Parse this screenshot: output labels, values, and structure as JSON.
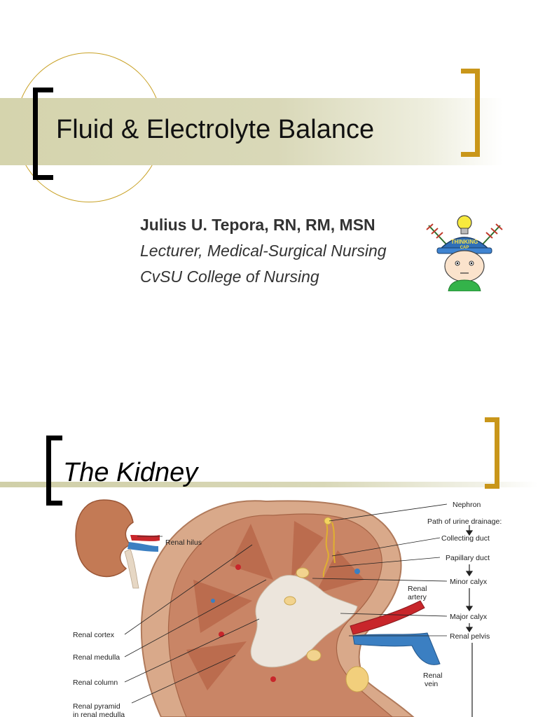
{
  "slide1": {
    "title": "Fluid & Electrolyte Balance",
    "author": "Julius U. Tepora, RN, RM, MSN",
    "role": "Lecturer, Medical-Surgical Nursing",
    "institution": "CvSU College of Nursing",
    "mascot": {
      "icon": "thinking-cap-kid-icon",
      "cap_text": "THINKING CAP"
    }
  },
  "slide2": {
    "title": "The Kidney",
    "figure": {
      "left_labels": {
        "hilus": "Renal hilus",
        "cortex": "Renal cortex",
        "medulla": "Renal medulla",
        "column": "Renal column",
        "pyramid_1": "Renal pyramid",
        "pyramid_2": "in renal medulla"
      },
      "vessels": {
        "artery_1": "Renal",
        "artery_2": "artery",
        "vein_1": "Renal",
        "vein_2": "vein"
      },
      "right_labels": {
        "nephron": "Nephron",
        "path_heading": "Path of urine drainage:",
        "collecting_duct": "Collecting duct",
        "papillary_duct": "Papillary duct",
        "minor_calyx": "Minor calyx",
        "major_calyx": "Major calyx",
        "renal_pelvis": "Renal pelvis"
      }
    }
  },
  "colors": {
    "accent_gold": "#c9961a",
    "band": "#d5d4ad",
    "bracket_dark": "#000000",
    "kidney_tissue": "#cf9a7c",
    "artery": "#c8262b",
    "vein": "#3b7fc2"
  }
}
